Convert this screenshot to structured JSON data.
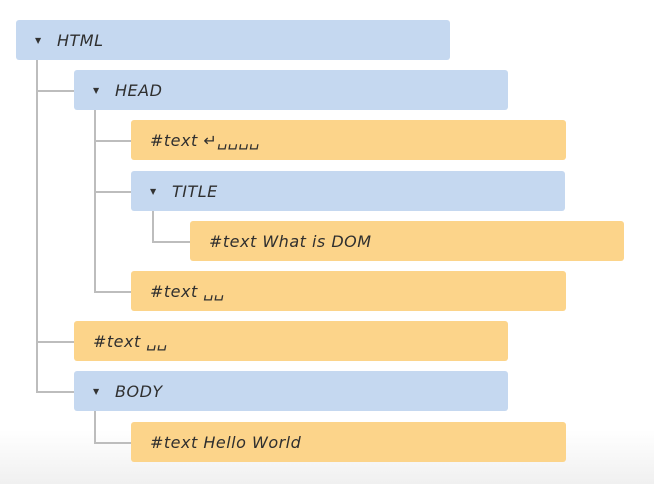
{
  "colors": {
    "element_bg": "#c5d8f0",
    "text_bg": "#fcd48a",
    "connector": "#bdbdbd"
  },
  "caret_icon": "triangle-down",
  "nodes": [
    {
      "id": "html",
      "kind": "element",
      "label": "HTML",
      "depth": 0,
      "parent": null
    },
    {
      "id": "head",
      "kind": "element",
      "label": "HEAD",
      "depth": 1,
      "parent": "html"
    },
    {
      "id": "head-text-1",
      "kind": "text",
      "label": "#text ↵␣␣␣␣",
      "depth": 2,
      "parent": "head"
    },
    {
      "id": "title",
      "kind": "element",
      "label": "TITLE",
      "depth": 2,
      "parent": "head"
    },
    {
      "id": "title-text",
      "kind": "text",
      "label": "#text What is DOM",
      "depth": 3,
      "parent": "title"
    },
    {
      "id": "head-text-2",
      "kind": "text",
      "label": "#text ␣␣",
      "depth": 2,
      "parent": "head"
    },
    {
      "id": "html-text",
      "kind": "text",
      "label": "#text ␣␣",
      "depth": 1,
      "parent": "html"
    },
    {
      "id": "body",
      "kind": "element",
      "label": "BODY",
      "depth": 1,
      "parent": "html"
    },
    {
      "id": "body-text",
      "kind": "text",
      "label": "#text Hello World",
      "depth": 2,
      "parent": "body"
    }
  ]
}
